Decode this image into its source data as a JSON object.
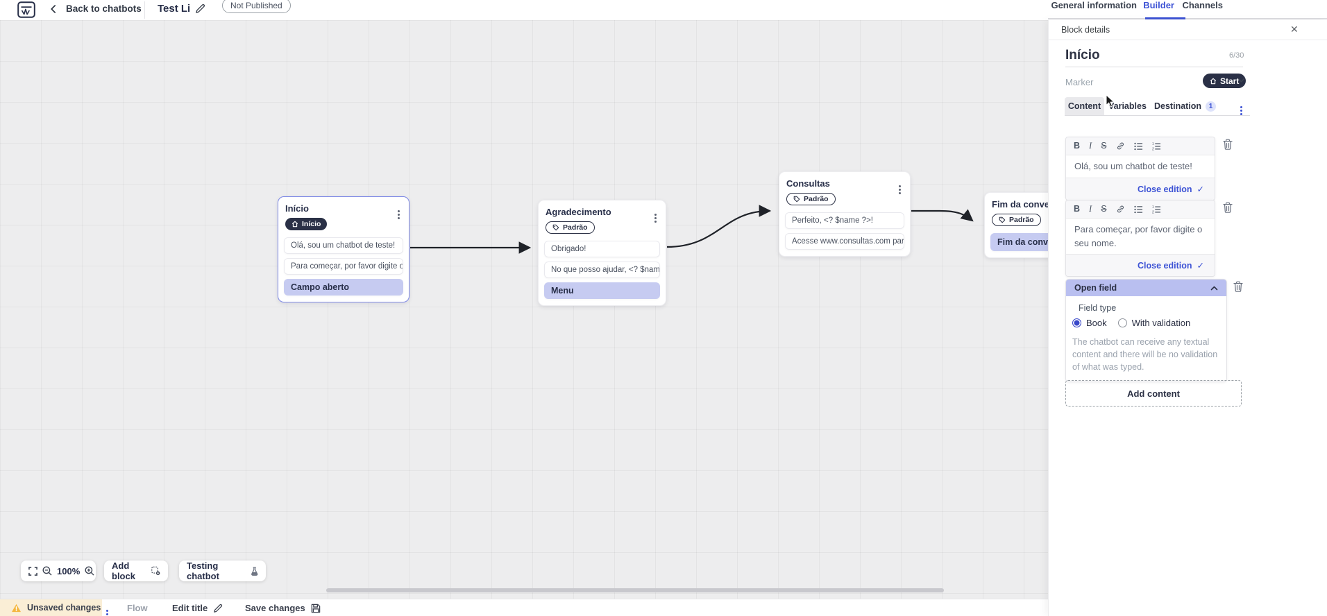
{
  "icons": {
    "check": "✓",
    "close": "✕"
  },
  "header": {
    "back_label": "Back to chatbots",
    "title": "Test Li",
    "status_badge": "Not Published",
    "tabs": [
      {
        "label": "General information"
      },
      {
        "label": "Builder"
      },
      {
        "label": "Channels"
      }
    ]
  },
  "panel": {
    "header": "Block details",
    "block_name": "Início",
    "char_counter": "6/30",
    "marker_label": "Marker",
    "marker_value": "Start",
    "tabs": {
      "content": "Content",
      "variables": "Variables",
      "destination": "Destination",
      "destination_count": "1"
    },
    "editor_toolbar": {
      "bold": "B",
      "italic": "I",
      "strike": "S"
    },
    "editors": [
      {
        "text": "Olá, sou um chatbot de teste!",
        "close_label": "Close edition"
      },
      {
        "text": "Para começar, por favor digite o seu nome.",
        "close_label": "Close edition"
      }
    ],
    "open_field": {
      "title": "Open field",
      "field_type_label": "Field type",
      "options": [
        {
          "label": "Book",
          "selected": true
        },
        {
          "label": "With validation",
          "selected": false
        }
      ],
      "description": "The chatbot can receive any textual content and there will be no validation of what was typed."
    },
    "add_content_label": "Add content"
  },
  "canvas": {
    "blocks": [
      {
        "title": "Início",
        "badge": {
          "label": "Início"
        },
        "items": [
          {
            "label": "Olá, sou um chatbot de teste!"
          },
          {
            "label": "Para começar, por favor digite o ..."
          },
          {
            "label": "Campo aberto"
          }
        ]
      },
      {
        "title": "Agradecimento",
        "badge": {
          "label": "Padrão"
        },
        "items": [
          {
            "label": "Obrigado!"
          },
          {
            "label": "No que posso ajudar, <? $name ..."
          },
          {
            "label": "Menu"
          }
        ]
      },
      {
        "title": "Consultas",
        "badge": {
          "label": "Padrão"
        },
        "items": [
          {
            "label": "Perfeito, <? $name ?>!"
          },
          {
            "label": "Acesse www.consultas.com par..."
          }
        ]
      },
      {
        "title": "Fim da conversa",
        "badge": {
          "label": "Padrão"
        },
        "items": [
          {
            "label": "Fim da conversa"
          }
        ]
      }
    ]
  },
  "toolbar": {
    "zoom_level": "100%",
    "add_block_label": "Add block",
    "testing_label": "Testing chatbot"
  },
  "footer": {
    "unsaved_label": "Unsaved changes",
    "flow_label": "Flow",
    "edit_title_label": "Edit title",
    "save_label": "Save changes"
  },
  "colors": {
    "accent": "#3d53d5",
    "dark_pill": "#2a3046",
    "lavender": "#c6cbf1",
    "open_field_header": "#b9bff0",
    "warning_bg": "#faeed6",
    "warning_icon": "#f5b73f",
    "canvas_bg": "#ededee"
  }
}
